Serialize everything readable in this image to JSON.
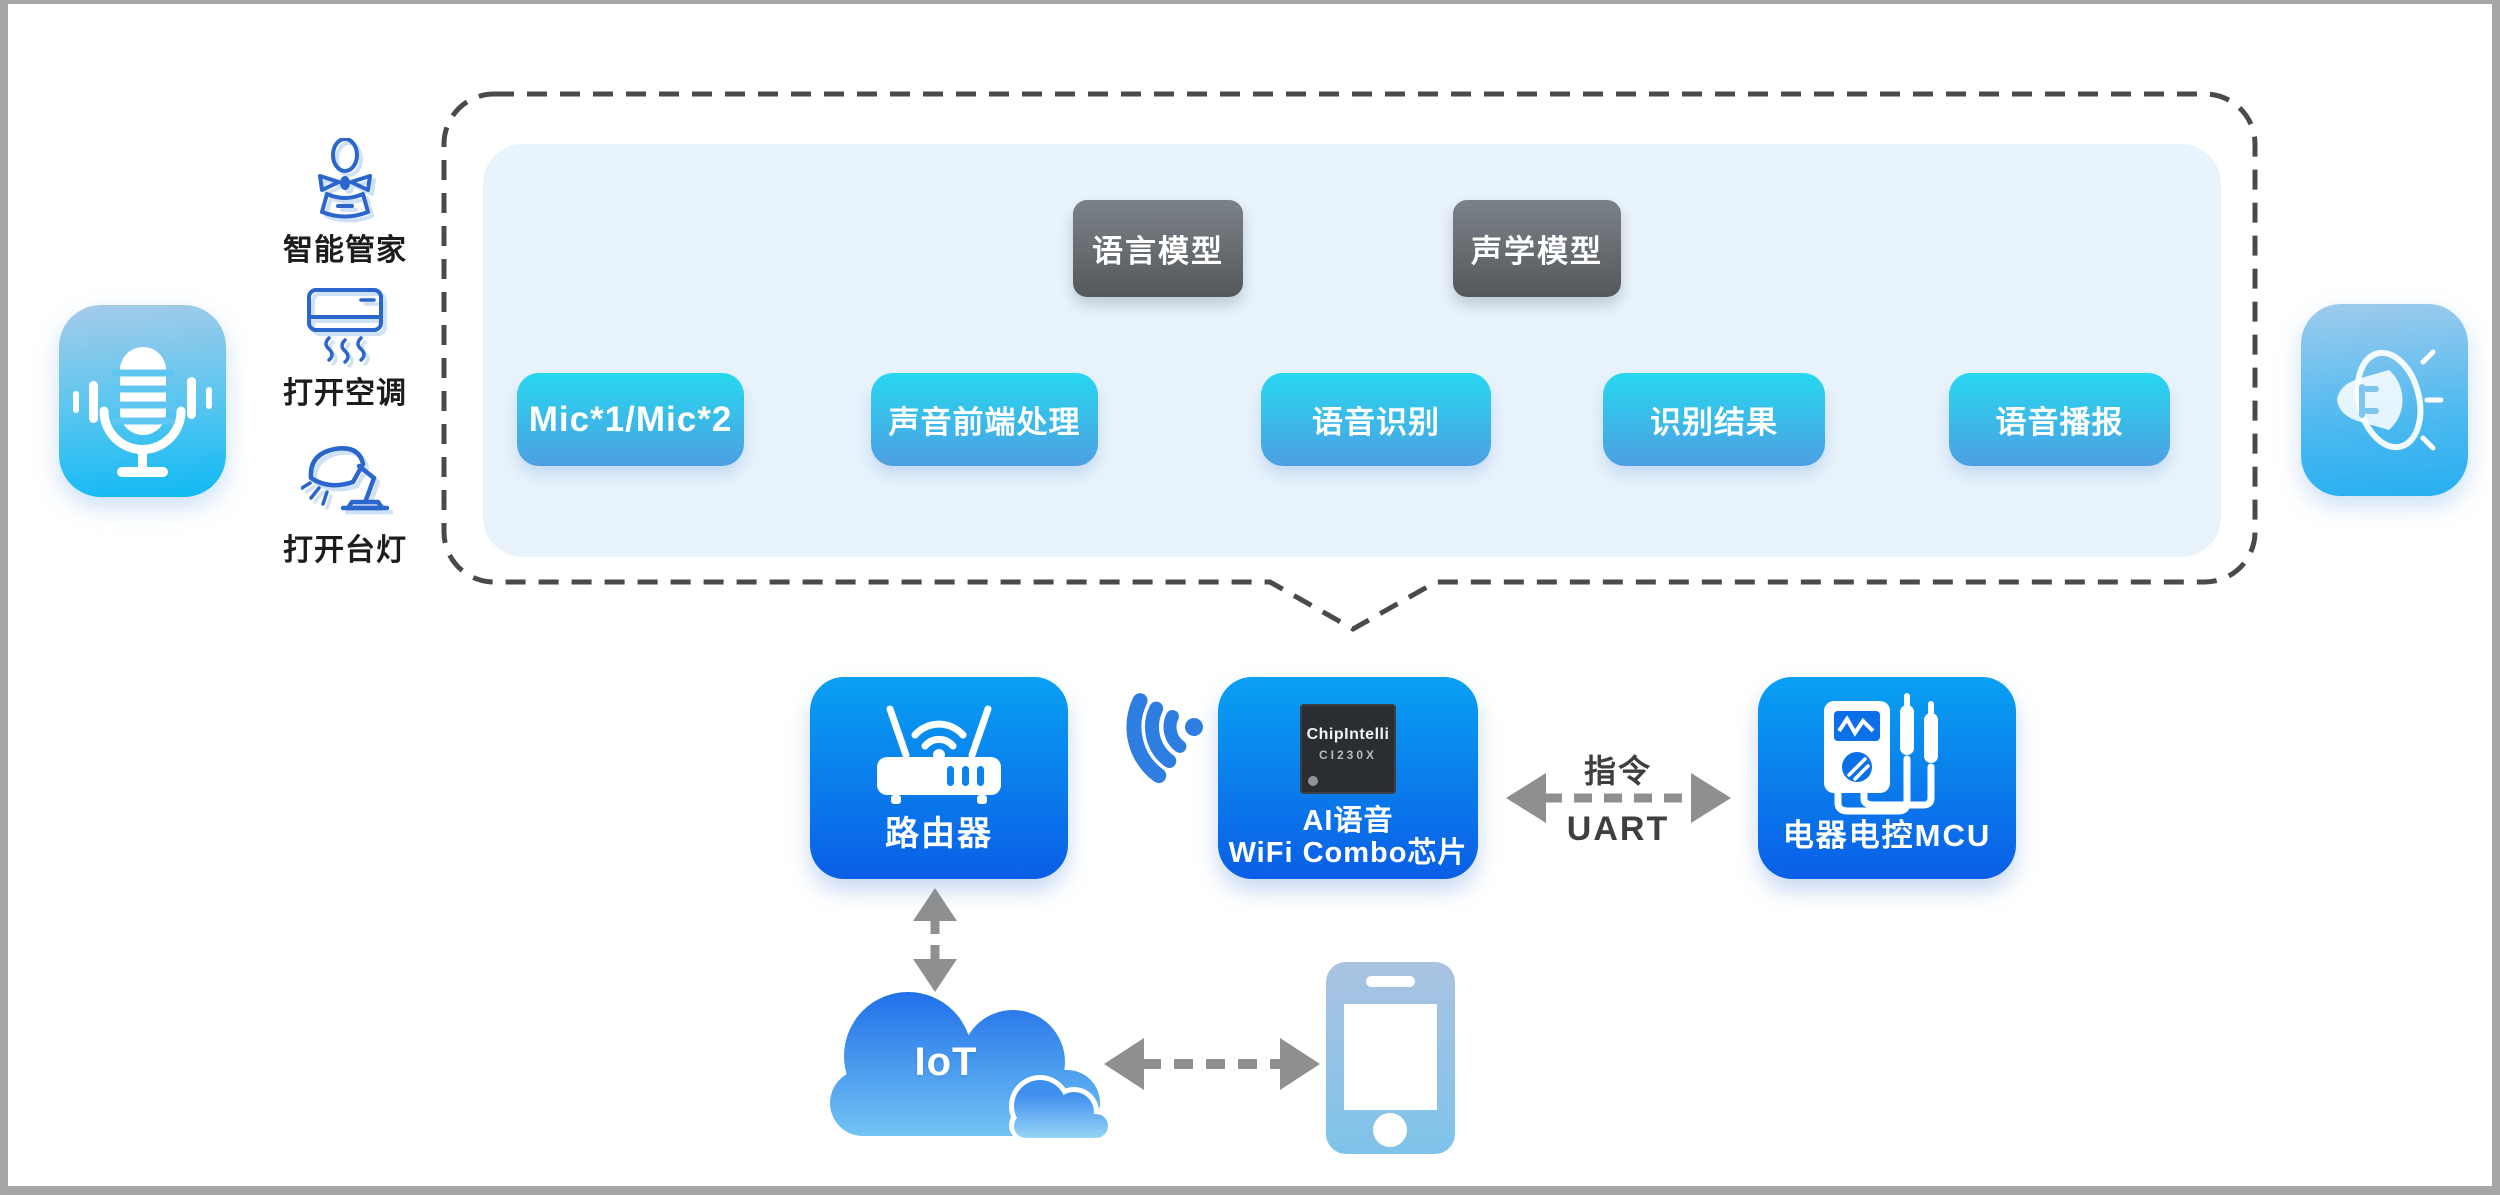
{
  "commands": {
    "items": [
      {
        "label": "智能管家",
        "icon": "butler-icon"
      },
      {
        "label": "打开空调",
        "icon": "air-conditioner-icon"
      },
      {
        "label": "打开台灯",
        "icon": "desk-lamp-icon"
      }
    ]
  },
  "bubble": {
    "models": [
      {
        "label": "语言模型"
      },
      {
        "label": "声学模型"
      }
    ],
    "stages": [
      {
        "label": "Mic*1/Mic*2"
      },
      {
        "label": "声音前端处理"
      },
      {
        "label": "语音识别"
      },
      {
        "label": "识别结果"
      },
      {
        "label": "语音播报"
      }
    ]
  },
  "devices": {
    "router": {
      "label": "路由器",
      "icon": "router-icon"
    },
    "wifi": {
      "icon": "wifi-signal-icon"
    },
    "chip": {
      "brand": "ChipIntelli",
      "model": "CI230X",
      "line1": "AI语音",
      "line2": "WiFi Combo芯片",
      "icon": "chip-die-image"
    },
    "uart": {
      "label_top": "指令",
      "label_bottom": "UART"
    },
    "mcu": {
      "label": "电器电控MCU",
      "icon": "multimeter-icon"
    },
    "cloud": {
      "label": "IoT",
      "icon": "cloud-icon"
    },
    "phone": {
      "icon": "smartphone-icon"
    }
  },
  "side_icons": {
    "input": "microphone-icon",
    "output": "speaker-icon"
  },
  "colors": {
    "stage_box_top": "#27d7ef",
    "stage_box_bottom": "#4d9fe2",
    "model_box_top": "#7b8287",
    "model_box_bottom": "#54585c",
    "device_box_top": "#09a0f2",
    "device_box_bottom": "#0a5ee6",
    "panel_bg": "#e9f3fb",
    "arrow_blue": "#58b2e8",
    "arrow_gray": "#8f8f8f",
    "wifi_blue": "#2e7ee2",
    "line_icon_blue": "#2b66cc",
    "cloud_top": "#2070ea",
    "cloud_bottom": "#74c5f3",
    "mic_tile_top": "#a6cbe9",
    "mic_tile_bottom": "#0fb9f4",
    "dashed_outline": "#4a4a4a"
  }
}
